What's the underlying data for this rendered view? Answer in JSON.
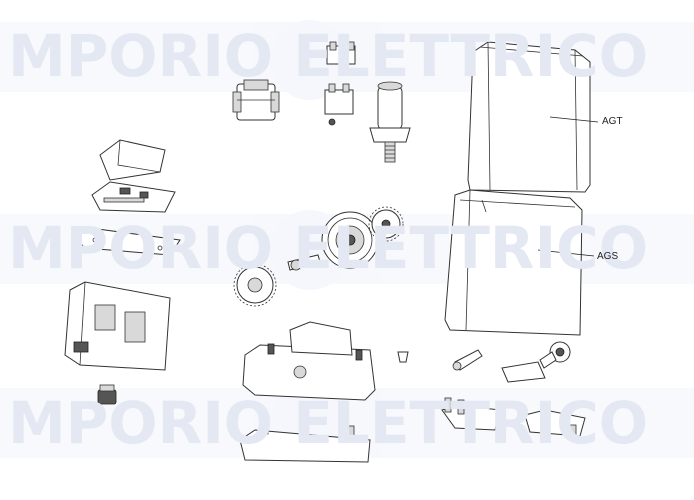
{
  "watermark": {
    "text": "MPORIO ELETTRICO"
  },
  "callouts": {
    "agt": "AGT",
    "ags": "AGS"
  }
}
